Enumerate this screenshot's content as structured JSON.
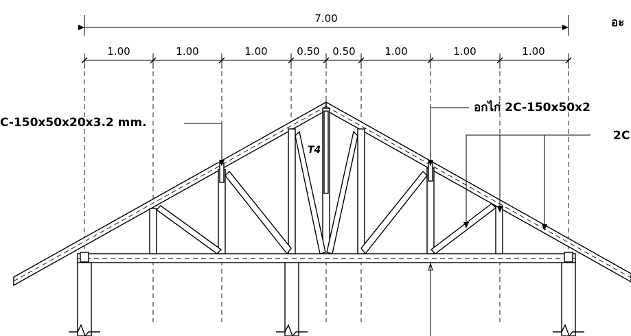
{
  "dimensions": {
    "overall": "7.00",
    "segments": [
      "1.00",
      "1.00",
      "1.00",
      "0.50",
      "0.50",
      "1.00",
      "1.00",
      "1.00"
    ]
  },
  "labels": {
    "top_right": "อะ",
    "left_callout": "C-150x50x20x3.2 mm.",
    "right_callout": "อกไก่ 2C-150x50x2",
    "right_callout_2": "2C",
    "member_mark": "T4"
  }
}
